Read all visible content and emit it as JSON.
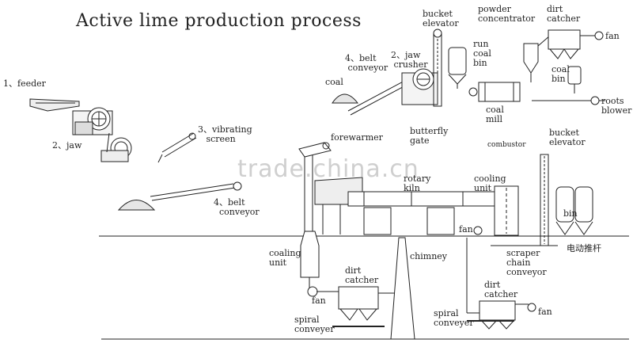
{
  "title": "Active lime production process",
  "watermark": "trade.china.cn",
  "labels": {
    "feeder": "1、feeder",
    "jaw": "2、jaw",
    "vibrating_screen": "3、vibrating\n   screen",
    "belt_conveyor_low": "4、belt\n  conveyor",
    "coal": "coal",
    "belt_conveyor_top": "4、belt\n conveyor",
    "jaw_crusher": "2、jaw\n crusher",
    "bucket_elevator_top": "bucket\nelevator",
    "run_coal_bin": "run\ncoal\nbin",
    "powder_concentrator": "powder\nconcentrator",
    "dirt_catcher_top": "dirt\ncatcher",
    "fan_top": "fan",
    "coal_bin": "coal\nbin",
    "roots_blower": "roots\nblower",
    "coal_mill": "coal\nmill",
    "butterfly_gate": "butterfly\ngate",
    "forewarmer": "forewarmer",
    "combustor": "combustor",
    "bucket_elevator_right": "bucket\nelevator",
    "rotary_kiln": "rotary\nkiln",
    "cooling_unit_kiln": "cooling\nunit",
    "bin": "bin",
    "fan_mid": "fan",
    "scraper_chain_conveyor": "scraper\nchain\nconveyor",
    "electric_pusher": "电动推杆",
    "chimney": "chimney",
    "coaling_unit": "coaling\nunit",
    "dirt_catcher_left": "dirt\ncatcher",
    "fan_left": "fan",
    "spiral_conveyer_left": "spiral\nconveyer",
    "dirt_catcher_right": "dirt\ncatcher",
    "spiral_conveyer_right": "spiral\nconveyer",
    "fan_right": "fan"
  }
}
